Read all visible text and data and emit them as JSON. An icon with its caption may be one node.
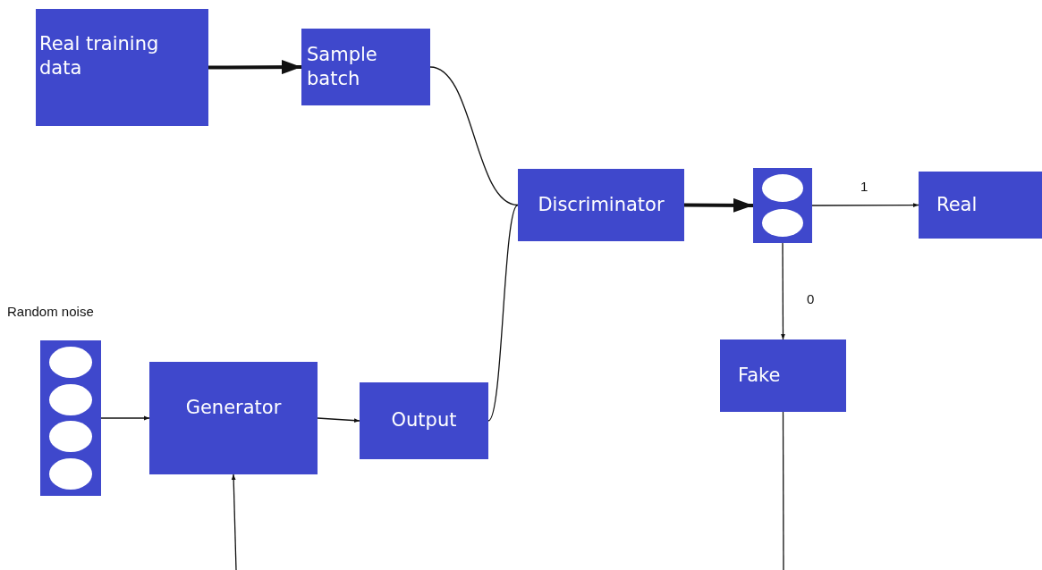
{
  "diagram": {
    "nodes": [
      {
        "text": [
          "Real training data"
        ]
      },
      {
        "text": [
          "Sample batch"
        ]
      },
      {
        "text": [
          "Discriminator"
        ]
      },
      {
        "text": [],
        "shape": "box"
      },
      {
        "text": [
          "Real"
        ]
      },
      {
        "text": [
          "Fake"
        ]
      },
      {
        "text": [
          "Random noise"
        ]
      },
      {
        "text": [
          "Generator"
        ]
      },
      {
        "text": [
          "Output"
        ]
      }
    ],
    "edges": [
      {
        "from": 0,
        "to": 1,
        "arrow": "to",
        "style": "thick"
      },
      {
        "from": 1,
        "to": 2,
        "arrow": "none"
      },
      {
        "from": 8,
        "to": 2,
        "arrow": "none"
      },
      {
        "from": 2,
        "to": 3,
        "arrow": "to",
        "style": "thick"
      },
      {
        "from": 3,
        "to": 4,
        "arrow": "to",
        "label": "1"
      },
      {
        "from": 3,
        "to": 5,
        "arrow": "to",
        "label": "0"
      },
      {
        "from": 6,
        "to": 7,
        "arrow": "to"
      },
      {
        "from": 7,
        "to": 8,
        "arrow": "to"
      },
      {
        "from": null,
        "to": 7,
        "arrow": "to"
      },
      {
        "from": 5,
        "to": null,
        "arrow": "none"
      }
    ]
  }
}
